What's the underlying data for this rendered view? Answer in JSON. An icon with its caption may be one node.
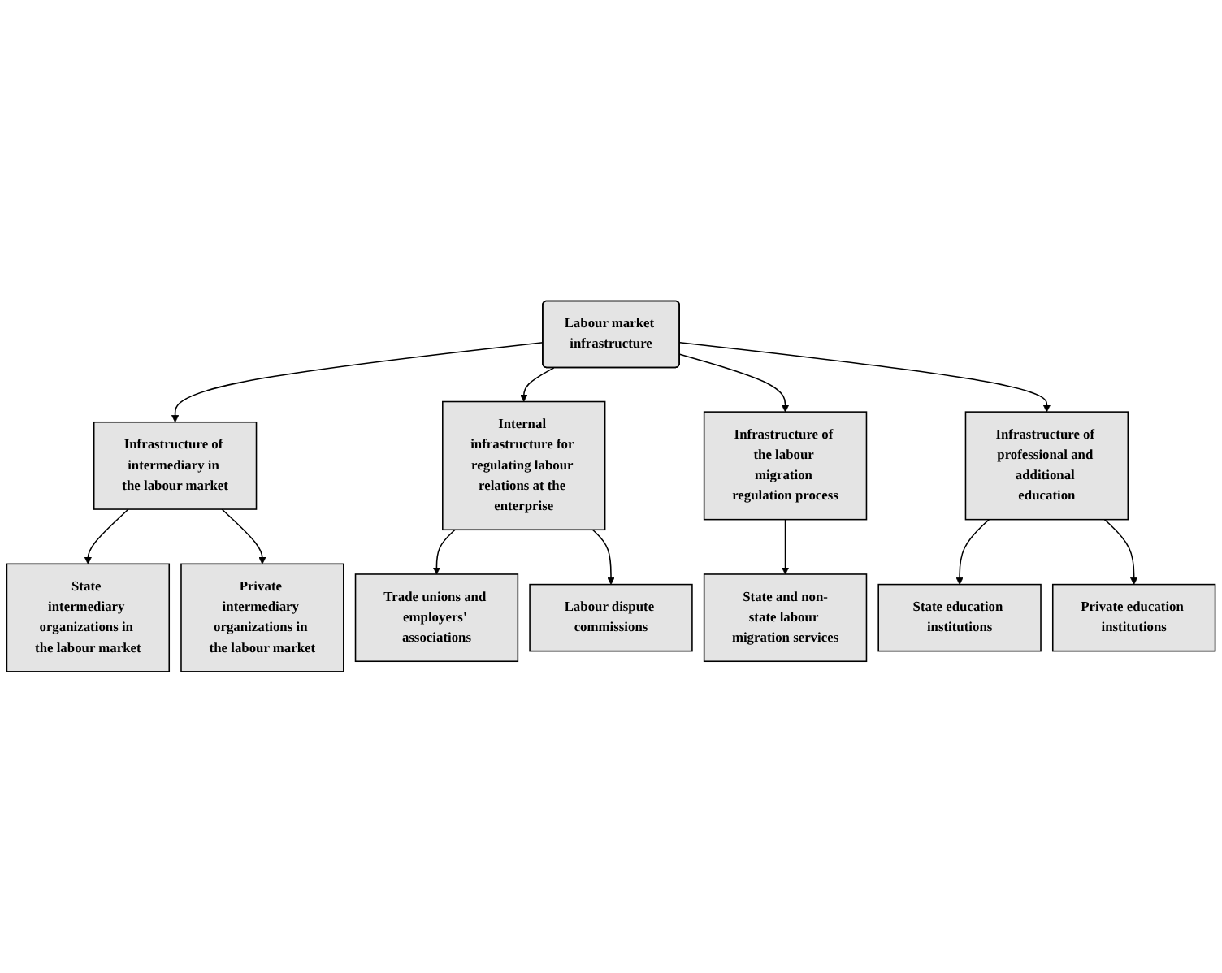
{
  "diagram": {
    "nodes": [
      {
        "text": [
          "Labour market infrastructure"
        ]
      },
      {
        "text": [
          "Infrastructure of intermediary in the labour market"
        ]
      },
      {
        "text": [
          "Internal infrastructure for regulating labour relations at the enterprise"
        ]
      },
      {
        "text": [
          "Infrastructure of the labour migration regulation process"
        ]
      },
      {
        "text": [
          "Infrastructure of professional and additional education"
        ]
      },
      {
        "text": [
          "State intermediary organizations in the labour market"
        ]
      },
      {
        "text": [
          "Private intermediary organizations in the labour market"
        ]
      },
      {
        "text": [
          "Trade unions and employers' associations"
        ]
      },
      {
        "text": [
          "Labour dispute commissions"
        ]
      },
      {
        "text": [
          "State and non-state labour migration services"
        ]
      },
      {
        "text": [
          "State education institutions"
        ]
      },
      {
        "text": [
          "Private education institutions"
        ]
      }
    ],
    "edges": [
      {
        "from": 0,
        "to": 1,
        "arrow": "to"
      },
      {
        "from": 0,
        "to": 2,
        "arrow": "to"
      },
      {
        "from": 0,
        "to": 3,
        "arrow": "to"
      },
      {
        "from": 0,
        "to": 4,
        "arrow": "to"
      },
      {
        "from": 1,
        "to": 5,
        "arrow": "to"
      },
      {
        "from": 1,
        "to": 6,
        "arrow": "to"
      },
      {
        "from": 2,
        "to": 7,
        "arrow": "to"
      },
      {
        "from": 2,
        "to": 8,
        "arrow": "to"
      },
      {
        "from": 3,
        "to": 9,
        "arrow": "to"
      },
      {
        "from": 4,
        "to": 10,
        "arrow": "to"
      },
      {
        "from": 4,
        "to": 11,
        "arrow": "to"
      }
    ]
  }
}
